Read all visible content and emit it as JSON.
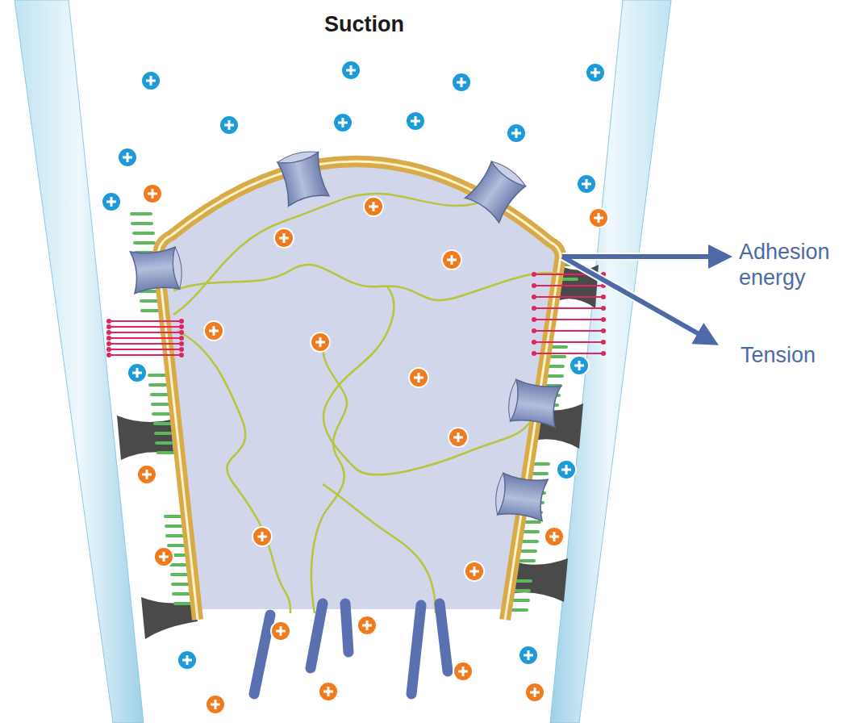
{
  "diagram": {
    "labels": [
      "Suction",
      "Adhesion energy",
      "Tension"
    ]
  }
}
